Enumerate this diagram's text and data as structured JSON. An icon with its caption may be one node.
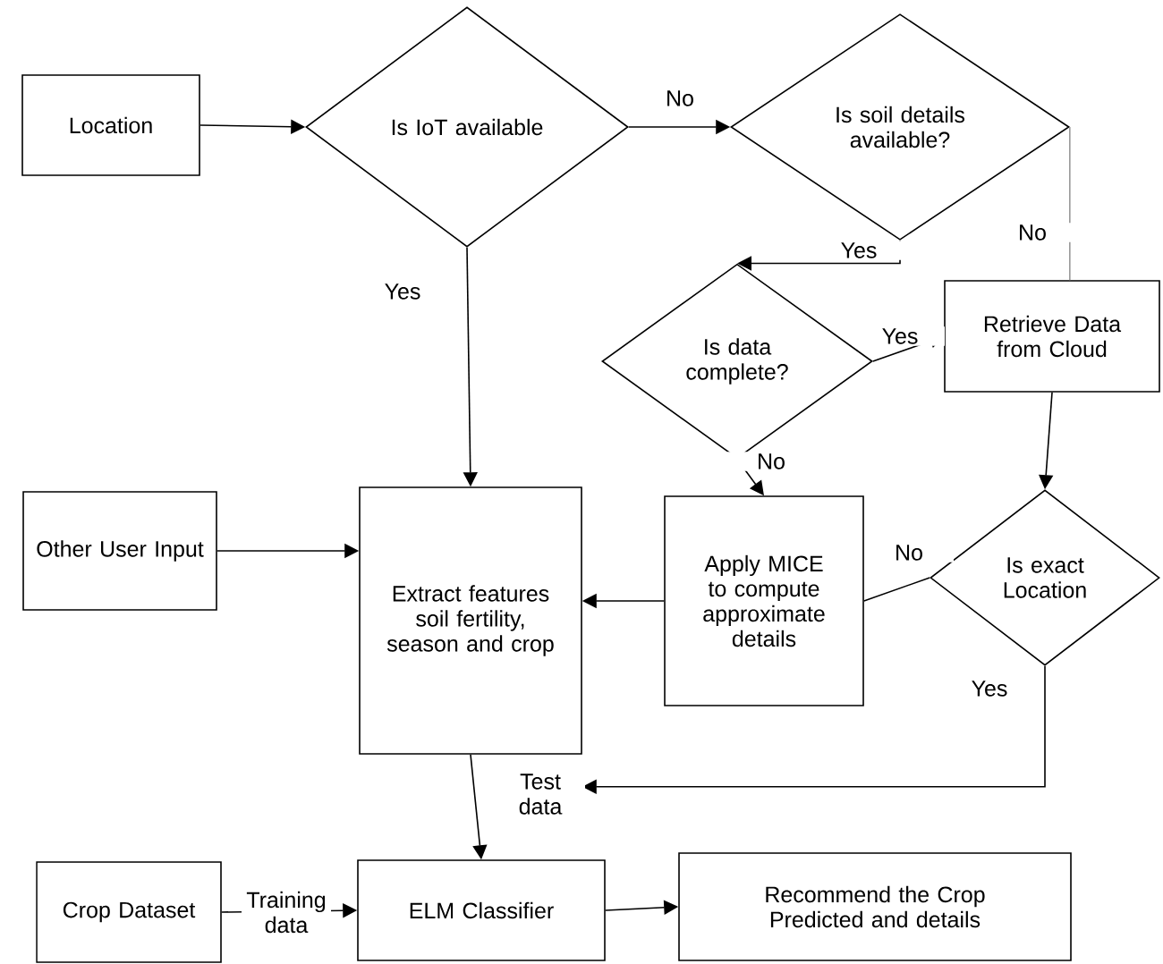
{
  "diagram": {
    "nodes": [
      {
        "text": [
          "Location"
        ]
      },
      {
        "text": [
          "Is IoT available"
        ]
      },
      {
        "text": [
          "Is soil details available?"
        ]
      },
      {
        "text": [
          "Is data complete?"
        ]
      },
      {
        "text": [
          "Retrieve Data from Cloud"
        ]
      },
      {
        "text": [
          "Is exact Location"
        ]
      },
      {
        "text": [
          "Other User Input"
        ]
      },
      {
        "text": [
          "Extract features soil fertility, season and crop"
        ]
      },
      {
        "text": [
          "Apply MICE to compute approximate details"
        ]
      },
      {
        "text": [
          "Crop Dataset"
        ]
      },
      {
        "text": [
          "ELM Classifier"
        ]
      },
      {
        "text": [
          "Recommend the Crop Predicted and details"
        ]
      }
    ],
    "edges": [
      {
        "from": 0,
        "to": 1,
        "arrow": "to"
      },
      {
        "from": 1,
        "to": 2,
        "arrow": "to",
        "label": "No"
      },
      {
        "from": 1,
        "to": 7,
        "arrow": "to",
        "label": "Yes"
      },
      {
        "from": 2,
        "to": 3,
        "arrow": "to",
        "label": "Yes"
      },
      {
        "from": 2,
        "to": 4,
        "arrow": "none",
        "label": "No",
        "color": "#999999"
      },
      {
        "from": 3,
        "to": 4,
        "arrow": "to",
        "label": "Yes"
      },
      {
        "from": 3,
        "to": 8,
        "arrow": "to",
        "label": "No"
      },
      {
        "from": 4,
        "to": 5,
        "arrow": "to"
      },
      {
        "from": 5,
        "to": 8,
        "arrow": "none",
        "label": "No"
      },
      {
        "from": 8,
        "to": 7,
        "arrow": "to"
      },
      {
        "from": 5,
        "to": 7,
        "arrow": "to",
        "label": "Yes"
      },
      {
        "from": 6,
        "to": 7,
        "arrow": "to"
      },
      {
        "from": 7,
        "to": 10,
        "arrow": "to",
        "label": "Test data"
      },
      {
        "from": 9,
        "to": 10,
        "arrow": "to",
        "label": "Training data"
      },
      {
        "from": 10,
        "to": 11,
        "arrow": "to"
      }
    ]
  }
}
